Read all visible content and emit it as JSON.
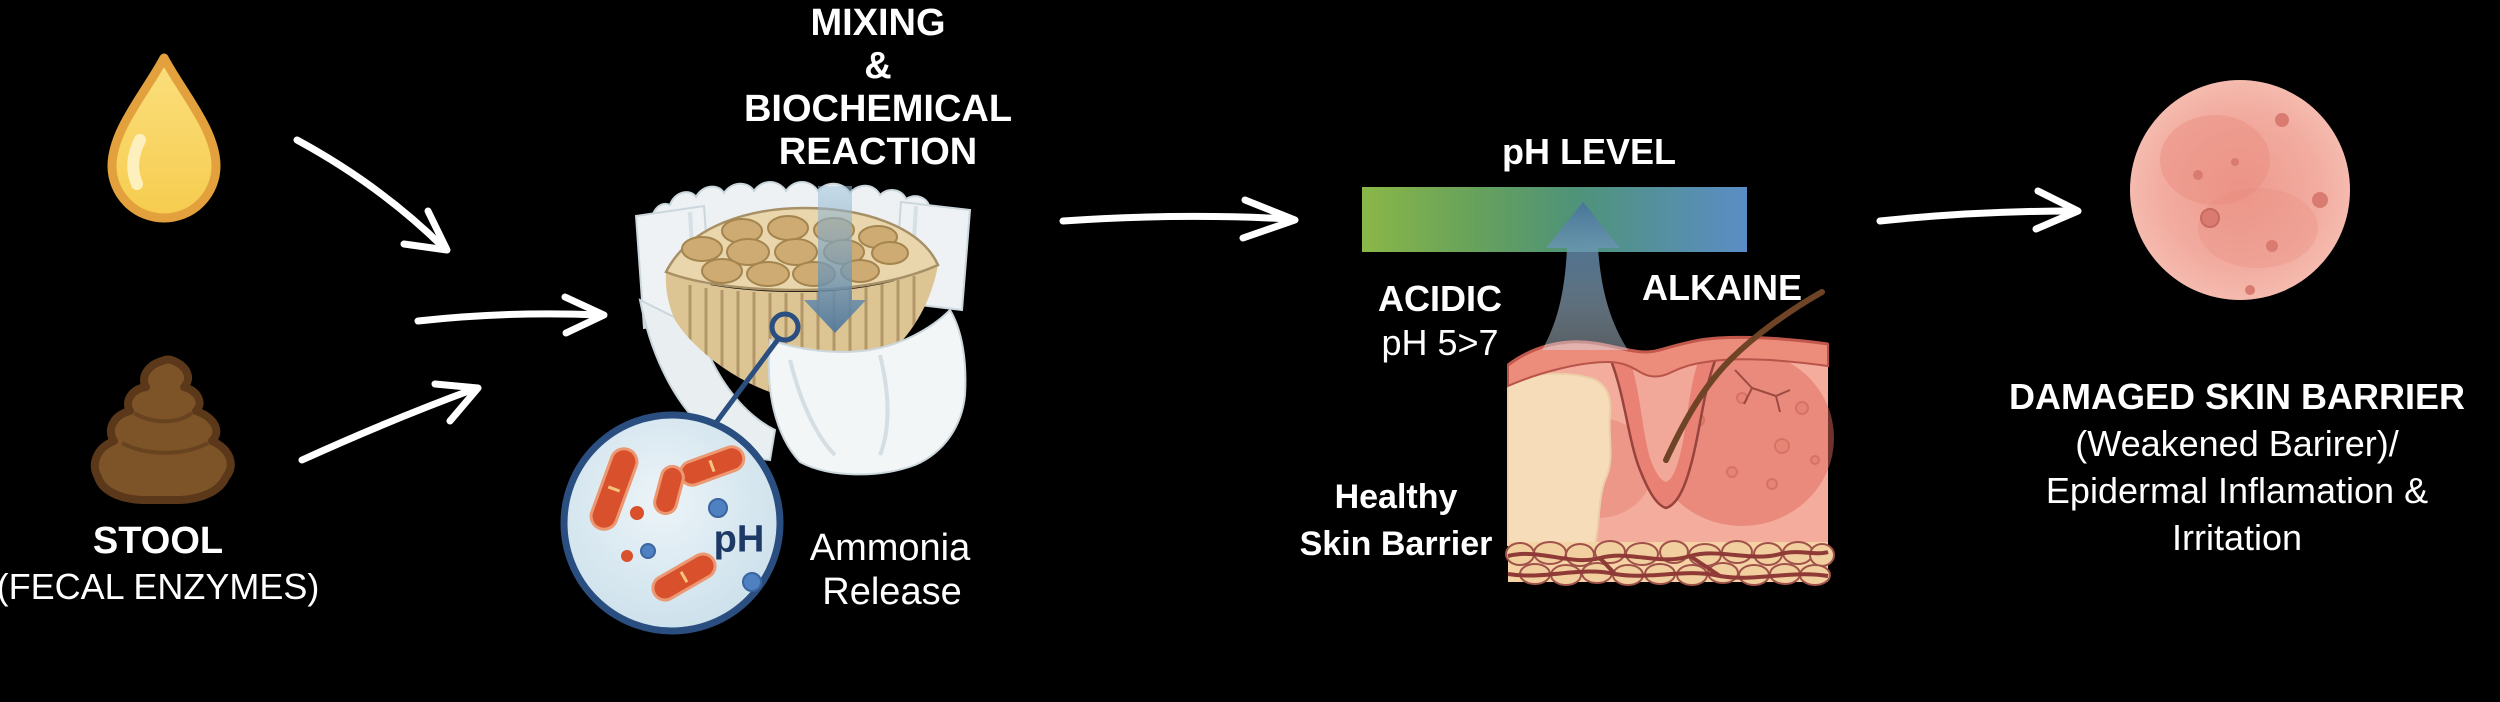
{
  "title": "Diaper dermatitis mechanism infographic",
  "inputs": {
    "urine_icon": "urine-drop-icon",
    "stool_icon": "stool-icon",
    "stool_label": "STOOL",
    "stool_sublabel": "(FECAL ENZYMES)"
  },
  "mixing": {
    "line1": "MIXING",
    "line2": "&",
    "line3": "BIOCHEMICAL",
    "line4": "REACTION"
  },
  "diaper": {
    "magnifier_ph_label": "pH",
    "ammonia_line1": "Ammonia",
    "ammonia_line2": "Release"
  },
  "ph_section": {
    "title": "pH LEVEL",
    "acidic_label": "ACIDIC",
    "acidic_sublabel": "pH 5>7",
    "alkaline_label": "ALKAINE",
    "healthy_line1": "Healthy",
    "healthy_line2": "Skin Barrier"
  },
  "damaged": {
    "line1": "DAMAGED SKIN BARRIER",
    "line2": "(Weakened Barirer)/",
    "line3": "Epidermal Inflamation &",
    "line4": "Irritation"
  },
  "colors": {
    "background": "#000000",
    "text": "#ffffff",
    "arrow": "#ffffff",
    "bar_green": "#8ab747",
    "bar_teal": "#4f9378",
    "bar_blue": "#5a8dc6",
    "ph_arrow_blue": "#4a7ba3",
    "magnifier_ring": "#2a4e80",
    "magnifier_fill": "#d9e9f1",
    "bacteria_red": "#d8502c",
    "molecule_blue": "#4f81c2",
    "urine_yellow": "#f8d264",
    "stool_brown": "#7d5428",
    "diaper_core_tan": "#e9d6ac",
    "skin_epidermis": "#ec8d7c",
    "skin_inflamed": "#df685e",
    "skin_cream": "#f7dcba",
    "damaged_circle_pink": "#f3b1a5"
  }
}
